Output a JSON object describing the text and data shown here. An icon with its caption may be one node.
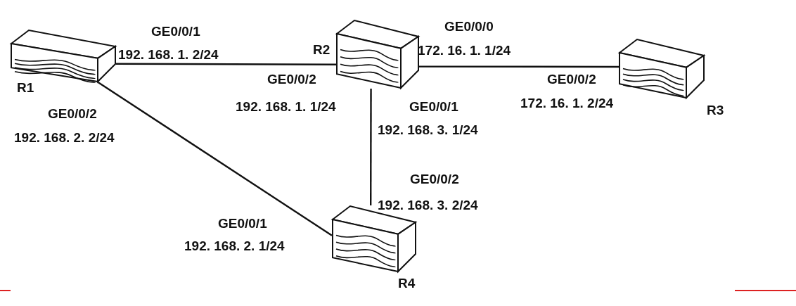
{
  "diagram": {
    "nodes": [
      {
        "text": [],
        "shape": "router",
        "beside": [
          "R1"
        ]
      },
      {
        "text": [],
        "shape": "router",
        "beside": [
          "R2"
        ]
      },
      {
        "text": [],
        "shape": "router",
        "beside": [
          "R3"
        ]
      },
      {
        "text": [],
        "shape": "router",
        "beside": [
          "R4"
        ]
      }
    ],
    "edges": [
      {
        "from": 0,
        "to": 1,
        "arrow": "none"
      },
      {
        "from": 1,
        "to": 2,
        "arrow": "none"
      },
      {
        "from": 1,
        "to": 3,
        "arrow": "none"
      },
      {
        "from": 0,
        "to": 3,
        "arrow": "none"
      }
    ],
    "labels": [
      "GE0/0/1",
      "192. 168. 1. 2/24",
      "GE0/0/0",
      "172. 16. 1. 1/24",
      "GE0/0/2",
      "192. 168. 1. 1/24",
      "GE0/0/2",
      "172. 16. 1. 2/24",
      "GE0/0/1",
      "192. 168. 3. 1/24",
      "GE0/0/2",
      "192. 168. 2. 2/24",
      "GE0/0/2",
      "192. 168. 3. 2/24",
      "GE0/0/1",
      "192. 168. 2. 1/24"
    ]
  }
}
